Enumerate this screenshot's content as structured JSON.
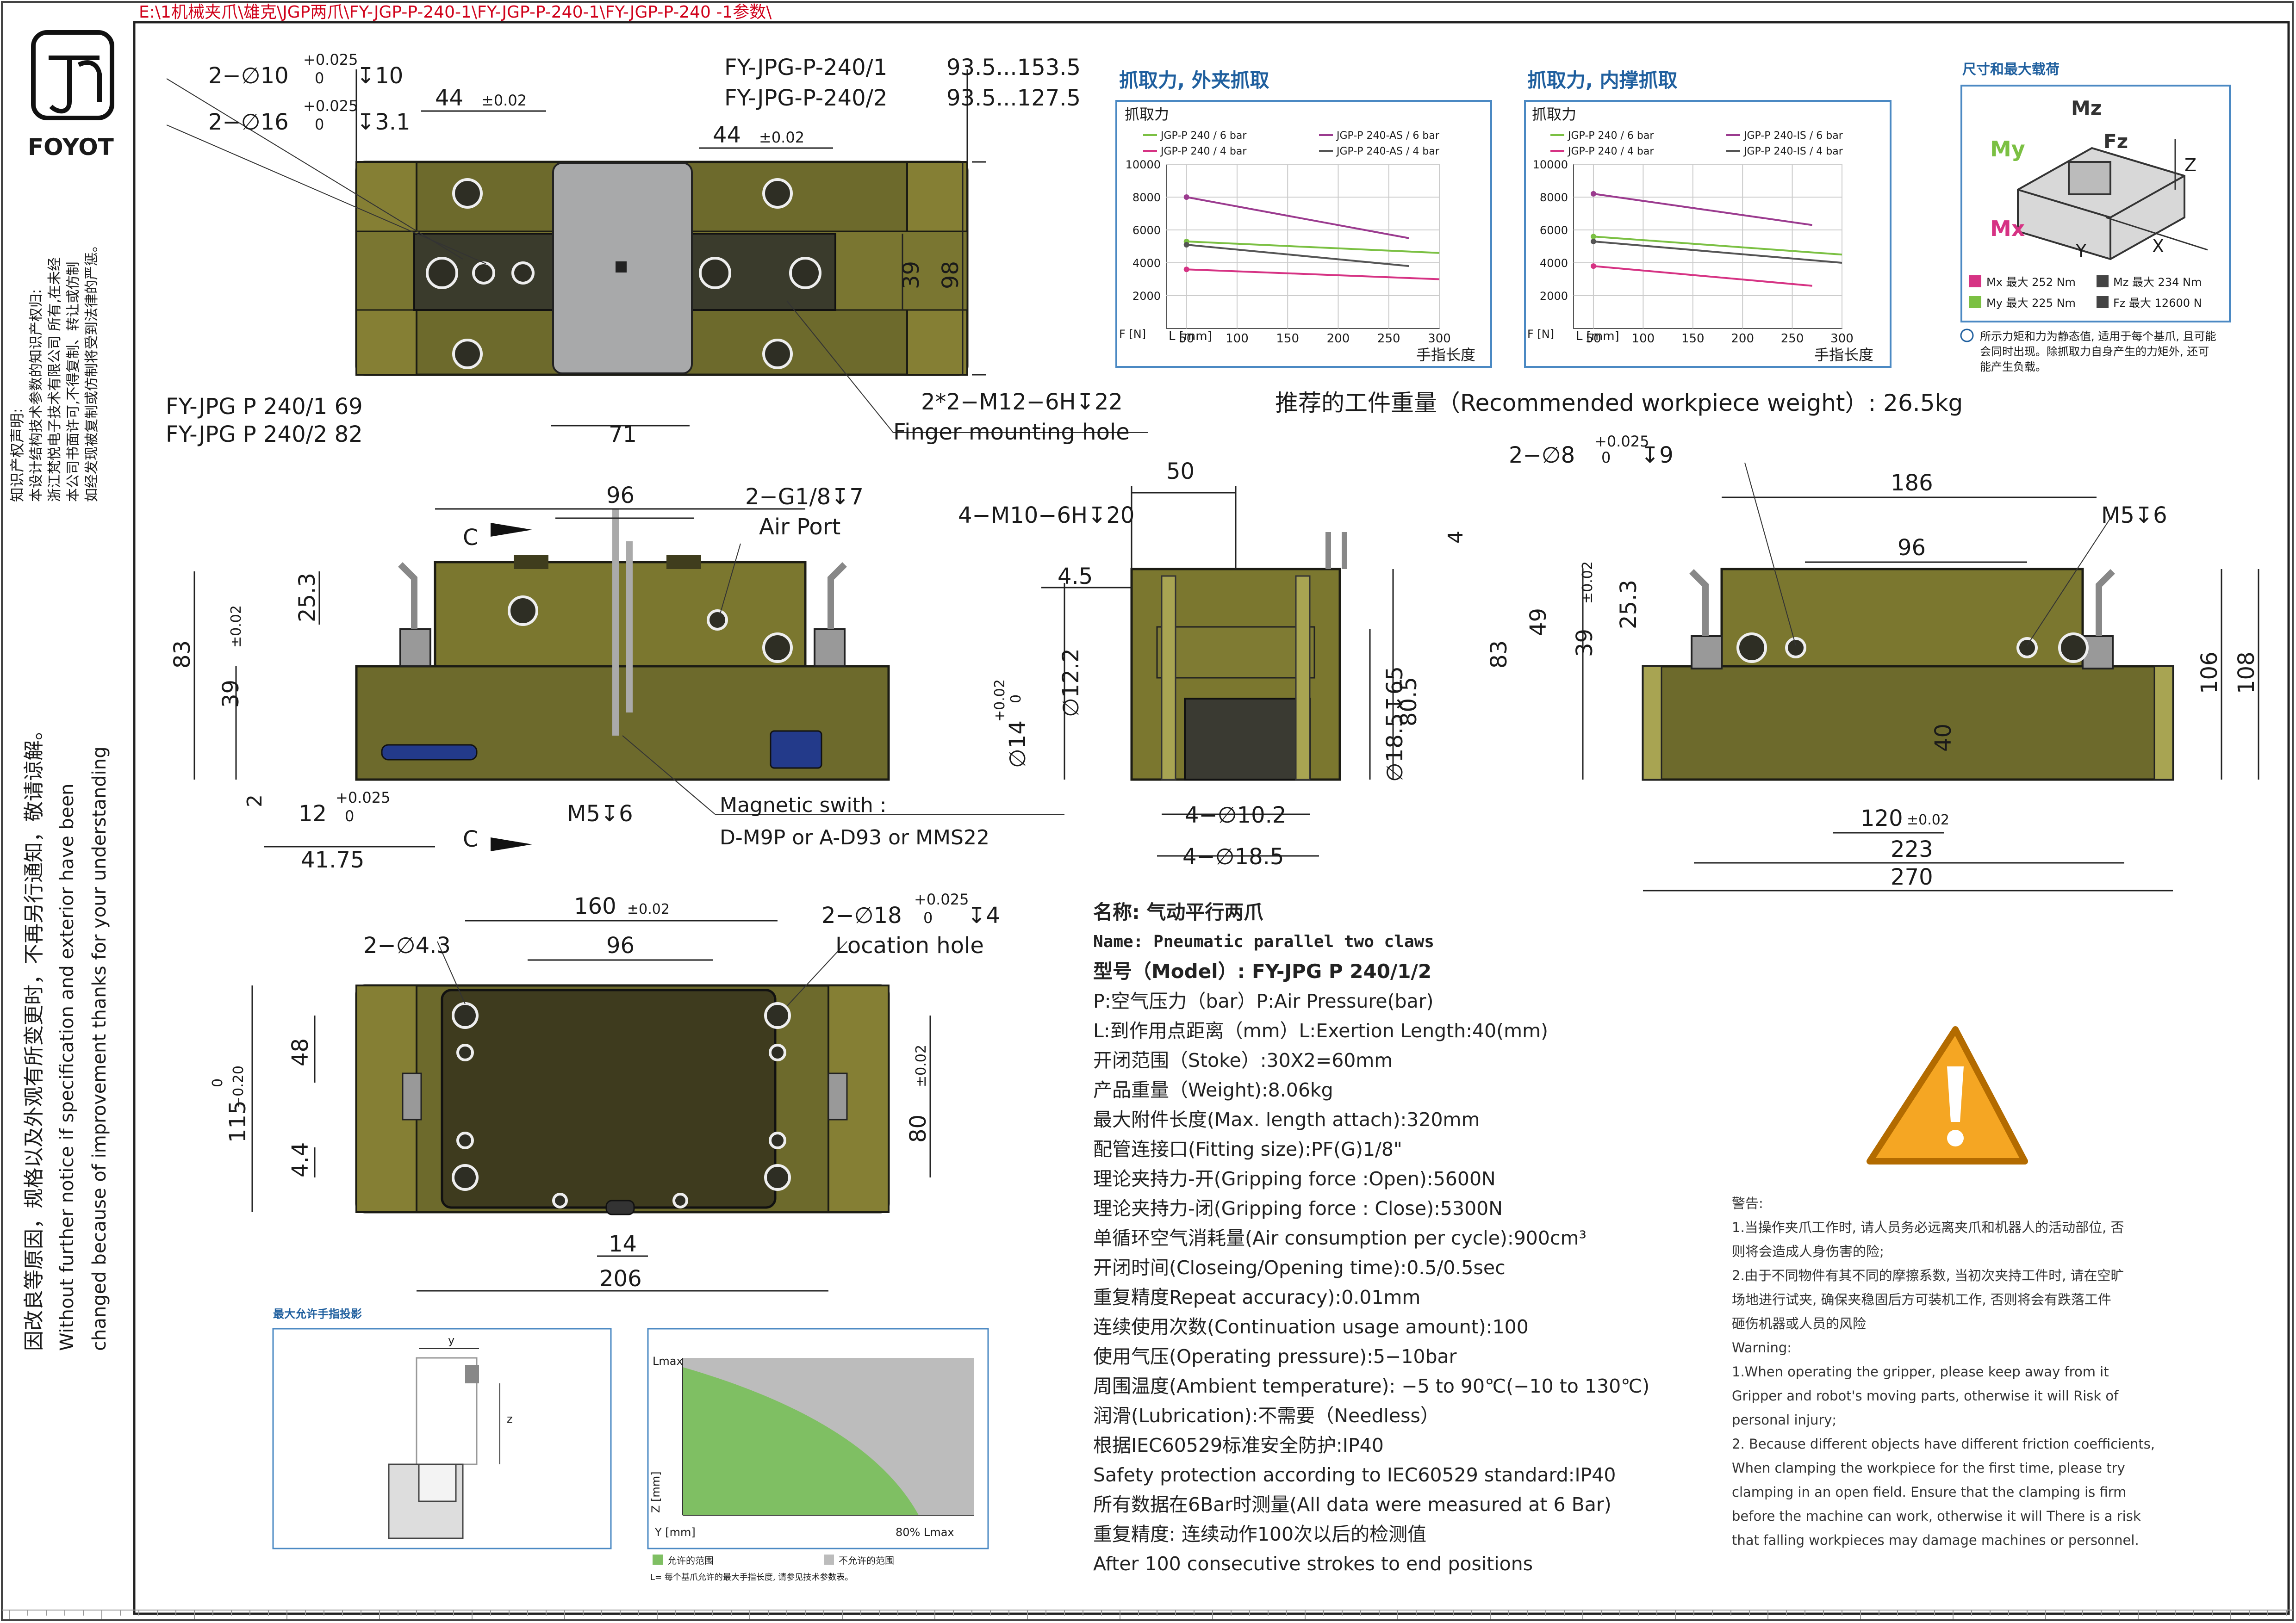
{
  "header": {
    "path": "E:\\1机械夹爪\\雄克\\JGP两爪\\FY-JGP-P-240-1\\FY-JGP-P-240-1\\FY-JGP-P-240 -1参数\\"
  },
  "brand": {
    "name": "FOYOT"
  },
  "side_notes": {
    "ip_title": "知识产权声明:",
    "ip_lines": [
      "本设计结构技术参数的知识产权归:",
      "浙江梵悦电子技术有限公司 所有,在未经",
      "本公司书面许可,不得复制、转让或仿制",
      "如经发现被复制或仿制将受到法律的严惩。"
    ],
    "cn_notice": "因改良等原因，规格以及外观有所变更时，不再另行通知，敬请谅解。",
    "en_notice_1": "Without  further  notice  if  specification  and  exterior  have  been",
    "en_notice_2": "changed because of improvement thanks for your understanding"
  },
  "top_view": {
    "dim_holes_1": "2−∅10",
    "tol_1_top": "+0.025",
    "tol_1_bot": "0",
    "depth_1": "↧10",
    "dim_holes_2": "2−∅16",
    "tol_2_top": "+0.025",
    "tol_2_bot": "0",
    "depth_2": "↧3.1",
    "dim_44a": "44",
    "tol_44a": "±0.02",
    "dim_44b": "44",
    "tol_44b": "±0.02",
    "model_1": "FY-JPG-P-240/1",
    "range_1": "93.5...153.5",
    "model_2": "FY-JPG-P-240/2",
    "range_2": "93.5...127.5",
    "dim_39": "39",
    "dim_98": "98",
    "open_1": "FY-JPG P 240/1  69",
    "open_2": "FY-JPG P 240/2  82",
    "dim_71": "71",
    "finger_thread": "2*2−M12−6H↧22",
    "finger_label": "Finger mounting hole"
  },
  "charts": [
    {
      "title": "抓取力, 外夹抓取",
      "ylabel": "抓取力",
      "ylabel_unit": "F [N]",
      "xlabel": "手指长度",
      "xunit": "L [mm]",
      "legend": [
        "JGP-P 240 / 6 bar",
        "JGP-P 240-AS / 6 bar",
        "JGP-P 240 / 4 bar",
        "JGP-P 240-AS / 4 bar"
      ]
    },
    {
      "title": "抓取力, 内撑抓取",
      "ylabel": "抓取力",
      "ylabel_unit": "F [N]",
      "xlabel": "手指长度",
      "xunit": "L [mm]",
      "legend": [
        "JGP-P 240 / 6 bar",
        "JGP-P 240-IS / 6 bar",
        "JGP-P 240 / 4 bar",
        "JGP-P 240-IS / 4 bar"
      ]
    }
  ],
  "chart_data": [
    {
      "type": "line",
      "title": "抓取力, 外夹抓取",
      "ylabel": "抓取力",
      "xlabel": "手指长度",
      "x": [
        50,
        100,
        150,
        200,
        250,
        300
      ],
      "ylim": [
        0,
        10000
      ],
      "xlim": [
        30,
        300
      ],
      "yticks": [
        2000,
        4000,
        6000,
        8000,
        10000
      ],
      "xticks": [
        50,
        100,
        150,
        200,
        250,
        300
      ],
      "series": [
        {
          "name": "JGP-P 240 / 6 bar",
          "color": "#7bc043",
          "points": [
            [
              50,
              5300
            ],
            [
              300,
              4600
            ]
          ]
        },
        {
          "name": "JGP-P 240-AS / 6 bar",
          "color": "#9b3b8f",
          "points": [
            [
              50,
              8000
            ],
            [
              270,
              5500
            ]
          ]
        },
        {
          "name": "JGP-P 240 / 4 bar",
          "color": "#d63384",
          "points": [
            [
              50,
              3600
            ],
            [
              300,
              3000
            ]
          ]
        },
        {
          "name": "JGP-P 240-AS / 4 bar",
          "color": "#555555",
          "points": [
            [
              50,
              5100
            ],
            [
              270,
              3800
            ]
          ]
        }
      ]
    },
    {
      "type": "line",
      "title": "抓取力, 内撑抓取",
      "ylabel": "抓取力",
      "xlabel": "手指长度",
      "x": [
        50,
        100,
        150,
        200,
        250,
        300
      ],
      "ylim": [
        0,
        10000
      ],
      "xlim": [
        30,
        300
      ],
      "yticks": [
        2000,
        4000,
        6000,
        8000,
        10000
      ],
      "xticks": [
        50,
        100,
        150,
        200,
        250,
        300
      ],
      "series": [
        {
          "name": "JGP-P 240 / 6 bar",
          "color": "#7bc043",
          "points": [
            [
              50,
              5600
            ],
            [
              300,
              4500
            ]
          ]
        },
        {
          "name": "JGP-P 240-IS / 6 bar",
          "color": "#9b3b8f",
          "points": [
            [
              50,
              8200
            ],
            [
              270,
              6300
            ]
          ]
        },
        {
          "name": "JGP-P 240 / 4 bar",
          "color": "#d63384",
          "points": [
            [
              50,
              3800
            ],
            [
              270,
              2600
            ]
          ]
        },
        {
          "name": "JGP-P 240-IS / 4 bar",
          "color": "#555555",
          "points": [
            [
              50,
              5300
            ],
            [
              300,
              4000
            ]
          ]
        }
      ]
    }
  ],
  "loads": {
    "title": "尺寸和最大载荷",
    "mx": "Mx  最大  252 Nm",
    "mz": "Mz  最大  234 Nm",
    "my": "My  最大  225 Nm",
    "fz": "Fz  最大  12600 N",
    "note_1": "所示力矩和力为静态值, 适用于每个基爪, 且可能",
    "note_2": "会同时出现。除抓取力自身产生的力矩外, 还可",
    "note_3": "能产生负载。",
    "axis_mz": "Mz",
    "axis_fz": "Fz",
    "axis_my": "My",
    "axis_mx": "Mx",
    "axis_z": "Z",
    "axis_x": "X",
    "axis_y": "Y",
    "colors": {
      "mx": "#d63384",
      "my": "#7bc043",
      "mz": "#444444",
      "fz": "#444444"
    }
  },
  "workpiece": {
    "text": "推荐的工件重量（Recommended workpiece weight）: 26.5kg"
  },
  "front_view": {
    "dim_96": "96",
    "air_port_thread": "2−G1/8↧7",
    "air_port_label": "Air Port",
    "dim_25_3": "25.3",
    "dim_83": "83",
    "dim_39": "39",
    "tol_39": "±0.02",
    "dim_2": "2",
    "dim_12": "12",
    "tol_12_top": "+0.025",
    "tol_12_bot": "0",
    "dim_41_75": "41.75",
    "section_c": "C",
    "m5": "M5↧6",
    "magnetic_1": "Magnetic swith :",
    "magnetic_2": "D-M9P or A-D93 or MMS22"
  },
  "section_view": {
    "dim_50": "50",
    "thread": "4−M10−6H↧20",
    "dim_4": "4",
    "dim_4_5": "4.5",
    "dim_12_2": "∅12.2",
    "dim_14": "∅14",
    "tol_14_top": "+0.02",
    "tol_14_bot": "0",
    "dim_18_5_65": "∅18.5↧65",
    "dim_80_5": "80.5",
    "dim_10_2": "4−∅10.2",
    "dim_18_5": "4−∅18.5"
  },
  "side_view": {
    "holes": "2−∅8",
    "tol_top": "+0.025",
    "tol_bot": "0",
    "depth": "↧9",
    "dim_186": "186",
    "m5": "M5↧6",
    "dim_96": "96",
    "dim_49": "49",
    "dim_39": "39",
    "tol_39": "±0.02",
    "dim_25_3": "25.3",
    "dim_83": "83",
    "dim_40": "40",
    "dim_106": "106",
    "dim_108": "108",
    "dim_120": "120",
    "tol_120": "±0.02",
    "dim_223": "223",
    "dim_270": "270"
  },
  "bottom_view": {
    "dim_160": "160",
    "tol_160": "±0.02",
    "dim_96": "96",
    "holes_43": "2−∅4.3",
    "loc_holes": "2−∅18",
    "tol_loc_top": "+0.025",
    "tol_loc_bot": "0",
    "depth_loc": "↧4",
    "loc_label": "Location hole",
    "dim_48": "48",
    "dim_115": "115",
    "tol_115_top": "0",
    "tol_115_bot": "−0.20",
    "dim_4_4": "4.4",
    "dim_80": "80",
    "tol_80": "±0.02",
    "dim_14": "14",
    "dim_206": "206"
  },
  "finger_projection": {
    "title": "最大允许手指投影",
    "y": "y",
    "z": "z"
  },
  "area_chart": {
    "ymax": "Lmax",
    "yaxis": "Z [mm]",
    "xaxis": "Y [mm]",
    "x80": "80% Lmax",
    "legend_allowed": "允许的范围",
    "legend_forbidden": "不允许的范围",
    "note": "L= 每个基爪允许的最大手指长度, 请参见技术参数表。"
  },
  "specs": {
    "name_cn": "名称: 气动平行两爪",
    "name_en": "Name: Pneumatic parallel two claws",
    "model": "型号（Model）: FY-JPG P 240/1/2",
    "lines": [
      "P:空气压力（bar）P:Air Pressure(bar)",
      "L:到作用点距离（mm）L:Exertion Length:40(mm)",
      "开闭范围（Stoke）:30X2=60mm",
      "产品重量（Weight):8.06kg",
      "最大附件长度(Max. length attach):320mm",
      "配管连接口(Fitting size):PF(G)1/8\"",
      "理论夹持力-开(Gripping force :Open):5600N",
      "理论夹持力-闭(Gripping force : Close):5300N",
      "单循环空气消耗量(Air consumption per cycle):900cm³",
      "开闭时间(Closeing/Opening time):0.5/0.5sec",
      "重复精度Repeat accuracy):0.01mm",
      "连续使用次数(Continuation usage amount):100",
      "使用气压(Operating pressure):5−10bar",
      "周围温度(Ambient temperature): −5 to 90℃(−10 to 130℃)",
      "润滑(Lubrication):不需要（Needless）",
      "根据IEC60529标准安全防护:IP40",
      "Safety protection according to IEC60529 standard:IP40",
      "所有数据在6Bar时测量(All data were measured at 6 Bar)",
      "重复精度: 连续动作100次以后的检测值",
      "After 100 consecutive strokes to end positions"
    ]
  },
  "warning": {
    "title": "警告:",
    "lines": [
      "1.当操作夹爪工作时, 请人员务必远离夹爪和机器人的活动部位, 否",
      "则将会造成人身伤害的险;",
      "2.由于不同物件有其不同的摩擦系数, 当初次夹持工件时, 请在空旷",
      "场地进行试夹, 确保夹稳固后方可装机工作, 否则将会有跌落工件",
      "砸伤机器或人员的风险",
      "Warning:",
      "1.When operating the gripper, please keep away from it",
      "Gripper and robot's moving parts, otherwise it will Risk of",
      "personal injury;",
      "2. Because different objects have different friction coefficients,",
      "When clamping the workpiece for the first time, please try",
      "clamping in an open field. Ensure that the clamping is firm",
      "before the machine can work, otherwise it will There is a risk",
      "that falling workpieces may damage machines or personnel."
    ]
  }
}
